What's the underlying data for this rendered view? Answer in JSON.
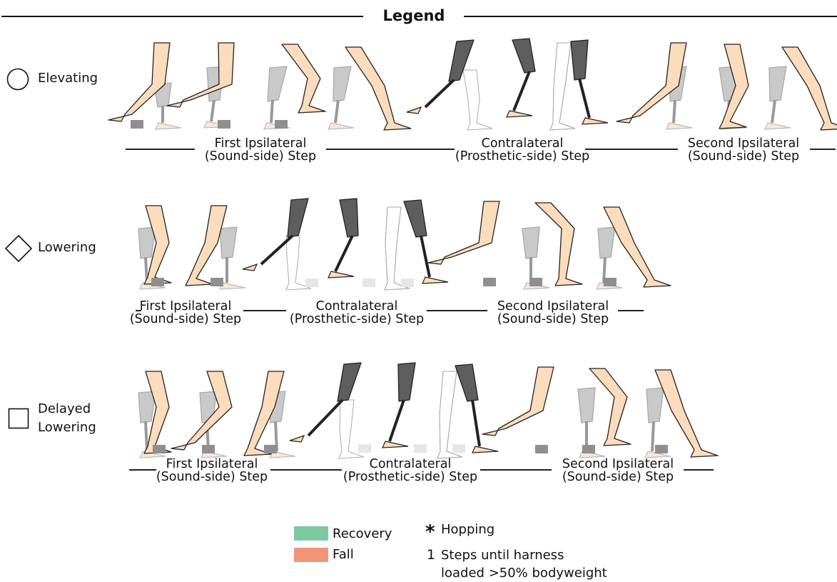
{
  "legend": {
    "title": "Legend",
    "rows": [
      {
        "id": "elevating",
        "label": "Elevating",
        "marker": "circle-icon",
        "steps": [
          {
            "line1": "First Ipsilateral",
            "line2": "(Sound-side) Step"
          },
          {
            "line1": "Contralateral",
            "line2": "(Prosthetic-side) Step"
          },
          {
            "line1": "Second Ipsilateral",
            "line2": "(Sound-side) Step"
          }
        ]
      },
      {
        "id": "lowering",
        "label": "Lowering",
        "marker": "diamond-icon",
        "steps": [
          {
            "line1": "First Ipsilateral",
            "line2": "(Sound-side) Step"
          },
          {
            "line1": "Contralateral",
            "line2": "(Prosthetic-side) Step"
          },
          {
            "line1": "Second Ipsilateral",
            "line2": "(Sound-side) Step"
          }
        ]
      },
      {
        "id": "delayed-lowering",
        "label_line1": "Delayed",
        "label_line2": "Lowering",
        "marker": "square-icon",
        "steps": [
          {
            "line1": "First Ipsilateral",
            "line2": "(Sound-side) Step"
          },
          {
            "line1": "Contralateral",
            "line2": "(Prosthetic-side) Step"
          },
          {
            "line1": "Second Ipsilateral",
            "line2": "(Sound-side) Step"
          }
        ]
      }
    ],
    "key": {
      "recovery": {
        "label": "Recovery",
        "color": "#7cc9a0"
      },
      "fall": {
        "label": "Fall",
        "color": "#f39478"
      },
      "hopping": {
        "symbol": "*",
        "label": "Hopping"
      },
      "steps_until": {
        "symbol": "1",
        "line1": "Steps until harness",
        "line2": "loaded >50% bodyweight"
      }
    },
    "colors": {
      "sound_leg": "#fbdcbc",
      "prosthesis_active": "#5e5e5e",
      "prosthesis_passive": "#c9c9c9",
      "obstacle": "#8f8f8f",
      "obstacle_light": "#e6e6e6"
    }
  }
}
